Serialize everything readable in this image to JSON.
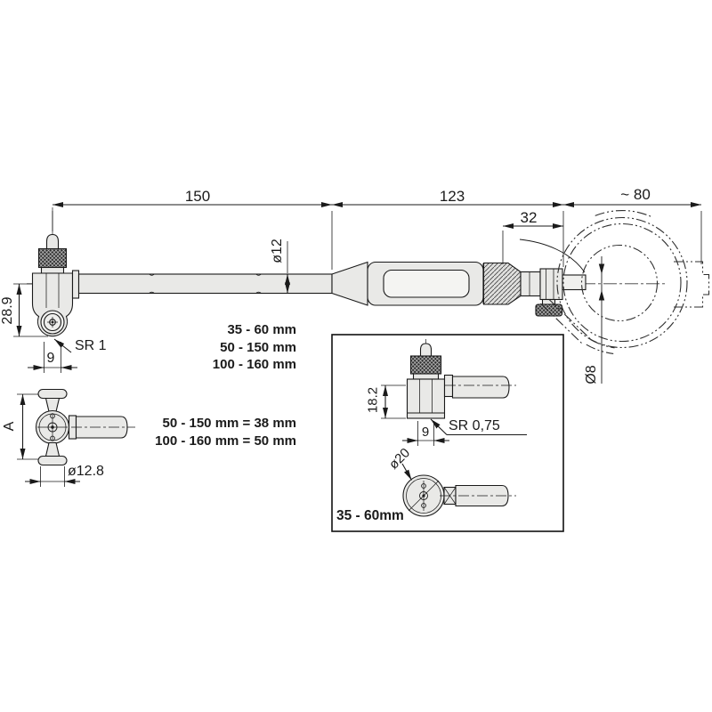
{
  "drawing": {
    "dimensions": {
      "overall_left": "150",
      "overall_mid": "123",
      "overall_right": "~ 80",
      "stem_offset": "32",
      "rod_diameter": "ø12",
      "head_height": "28.9",
      "head_width": "9",
      "contact_radius": "SR 1",
      "view_height": "A",
      "view_diameter": "ø12.8",
      "stem_diameter": "Ø8"
    },
    "range_labels": [
      "35 - 60 mm",
      "50 - 150 mm",
      "100 - 160 mm"
    ],
    "equivalence_labels": [
      "50 - 150 mm = 38 mm",
      "100 - 160 mm = 50 mm"
    ],
    "inset": {
      "body_height": "18.2",
      "body_width": "9",
      "contact_radius": "SR 0,75",
      "head_diameter": "ø20",
      "range_label": "35 - 60mm"
    },
    "colors": {
      "line": "#1a1a1a",
      "metal_fill": "#e9e9e7"
    }
  }
}
